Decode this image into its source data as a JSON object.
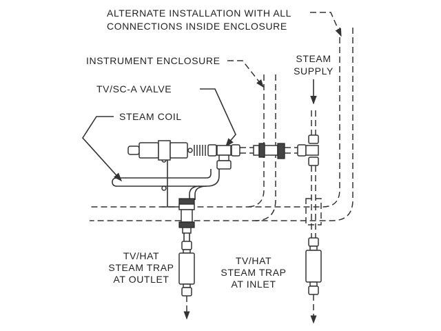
{
  "labels": {
    "alternate_line1": "ALTERNATE INSTALLATION WITH ALL",
    "alternate_line2": "CONNECTIONS INSIDE ENCLOSURE",
    "instrument_enclosure": "INSTRUMENT ENCLOSURE",
    "valve": "TV/SC-A VALVE",
    "steam_coil": "STEAM COIL",
    "steam_supply_line1": "STEAM",
    "steam_supply_line2": "SUPPLY",
    "trap_outlet_line1": "TV/HAT",
    "trap_outlet_line2": "STEAM TRAP",
    "trap_outlet_line3": "AT OUTLET",
    "trap_inlet_line1": "TV/HAT",
    "trap_inlet_line2": "STEAM TRAP",
    "trap_inlet_line3": "AT INLET"
  }
}
